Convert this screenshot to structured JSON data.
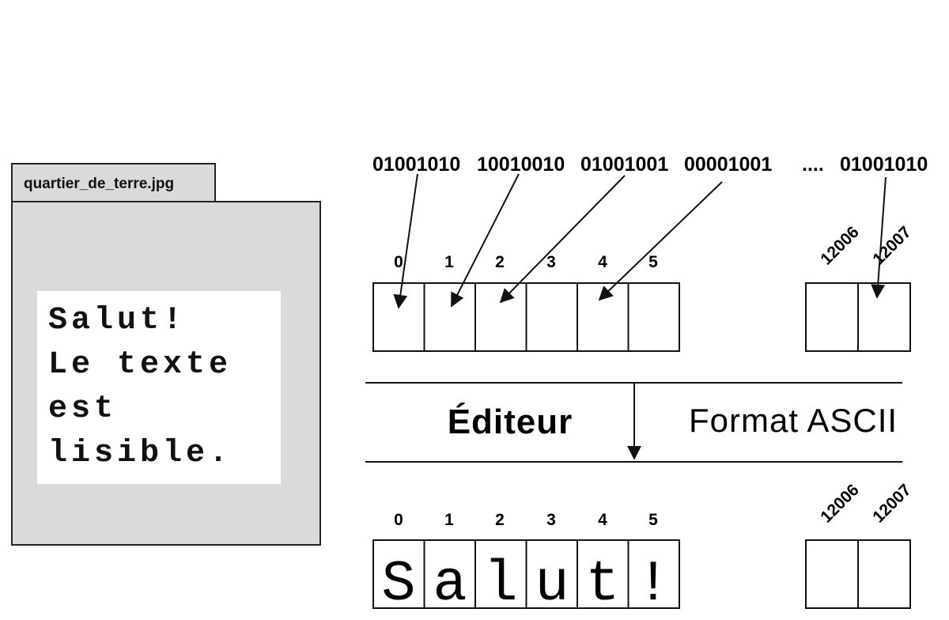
{
  "file": {
    "name": "quartier_de_terre.jpg",
    "text_lines": [
      "Salut!",
      "Le texte",
      "est",
      "lisible."
    ]
  },
  "bytes": [
    "01001010",
    "10010010",
    "01001001",
    "00001001",
    "....",
    "01001010"
  ],
  "top_row": {
    "indices": [
      "0",
      "1",
      "2",
      "3",
      "4",
      "5"
    ],
    "end_indices": [
      "12006",
      "12007"
    ]
  },
  "editor": {
    "label": "Éditeur",
    "format": "Format ASCII"
  },
  "bottom_row": {
    "indices": [
      "0",
      "1",
      "2",
      "3",
      "4",
      "5"
    ],
    "end_indices": [
      "12006",
      "12007"
    ],
    "chars": [
      "S",
      "a",
      "l",
      "u",
      "t",
      "!"
    ]
  }
}
